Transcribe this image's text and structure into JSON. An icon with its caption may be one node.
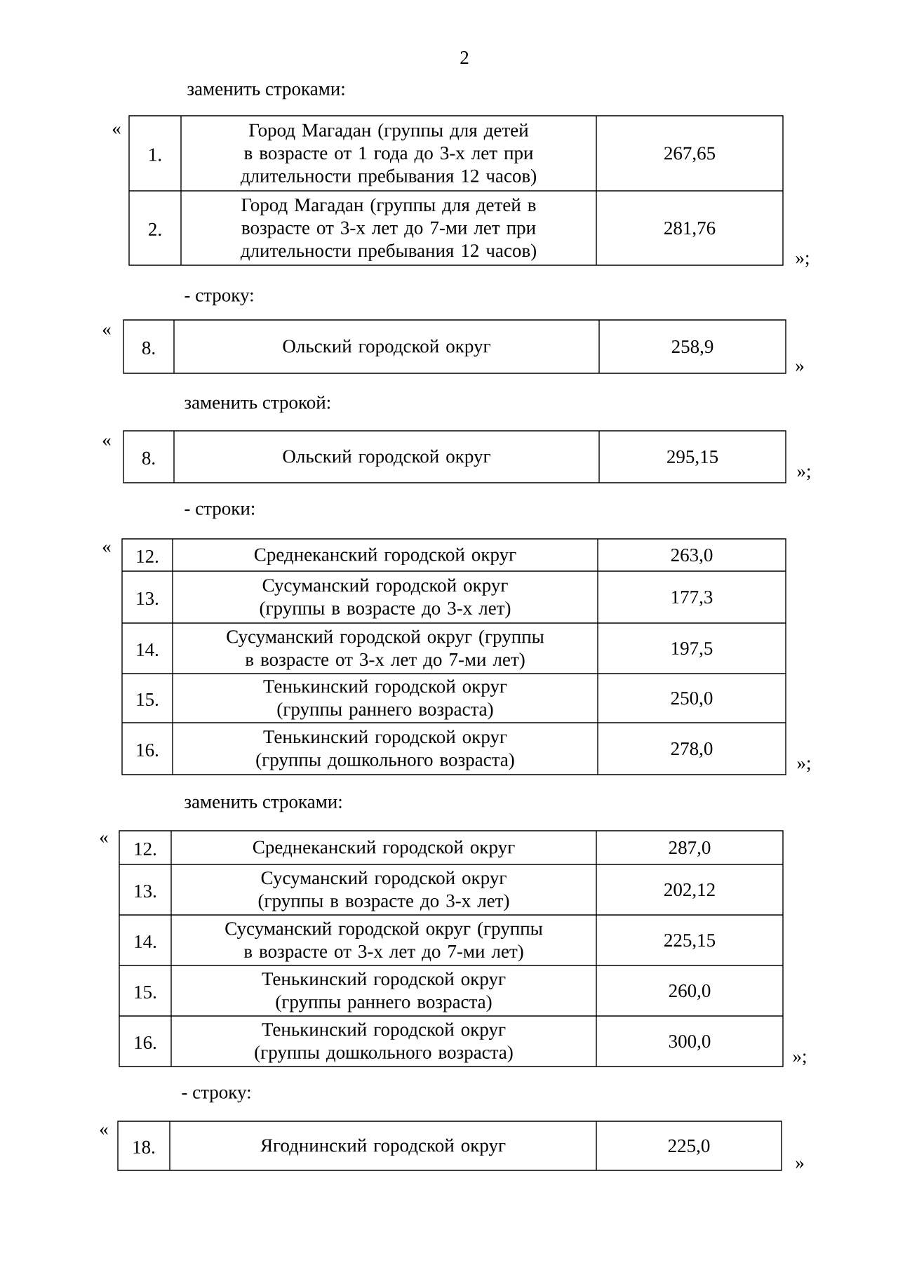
{
  "diagram": {
    "labels": [
      "2",
      "заменить строками:",
      "«",
      "1.",
      "Город Магадан (группы для детей в возрасте от 1 года до 3-х лет при длительности пребывания 12 часов)",
      "267,65",
      "2.",
      "Город Магадан (группы для детей в возрасте от 3-х лет до 7-ми лет при длительности пребывания 12 часов)",
      "281,76",
      "»;",
      "- строку:",
      "«",
      "8.",
      "Ольский городской округ",
      "258,9",
      "»",
      "заменить строкой:",
      "«",
      "8.",
      "Ольский городской округ",
      "295,15",
      "»;",
      "- строки:",
      "«",
      "12.",
      "Среднеканский городской округ",
      "263,0",
      "13.",
      "Сусуманский городской округ (группы в возрасте до 3-х лет)",
      "177,3",
      "14.",
      "Сусуманский городской округ (группы в возрасте от 3-х лет до 7-ми лет)",
      "197,5",
      "15.",
      "Тенькинский городской округ (группы раннего возраста)",
      "250,0",
      "16.",
      "Тенькинский городской округ (группы дошкольного возраста)",
      "278,0",
      "»;",
      "заменить строками:",
      "«",
      "12.",
      "Среднеканский городской округ",
      "287,0",
      "13.",
      "Сусуманский городской округ (группы в возрасте до 3-х лет)",
      "202,12",
      "14.",
      "Сусуманский городской округ (группы в возрасте от 3-х лет до 7-ми лет)",
      "225,15",
      "15.",
      "Тенькинский городской округ (группы раннего возраста)",
      "260,0",
      "16.",
      "Тенькинский городской округ (группы дошкольного возраста)",
      "300,0",
      "»;",
      "- строку:",
      "«",
      "18.",
      "Ягоднинский городской округ",
      "225,0",
      "»"
    ]
  }
}
